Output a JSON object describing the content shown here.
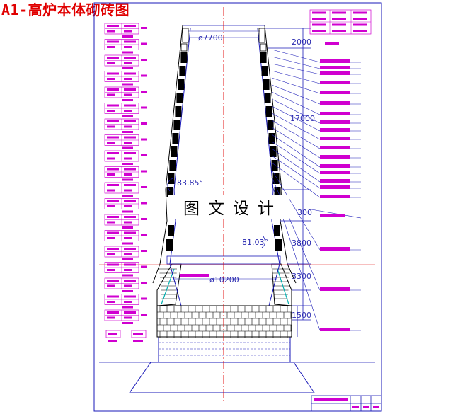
{
  "title": "A1-高炉本体砌砖图",
  "watermark": "图文设计",
  "dimensions": {
    "top_diameter": "ø7700",
    "bottom_diameter": "ø10200",
    "shaft_angle": "83.85°",
    "bosh_angle": "81.03°",
    "height_throat": "2000",
    "height_shaft": "17000",
    "height_belly_1": "300",
    "height_belly_2": "3800",
    "height_bosh": "3300",
    "height_hearth": "1500"
  },
  "colors": {
    "outline": "#1a1ab8",
    "centerline": "#e00000",
    "callout": "#d000d0",
    "brick": "#000000",
    "cyan": "#00b0b0"
  }
}
